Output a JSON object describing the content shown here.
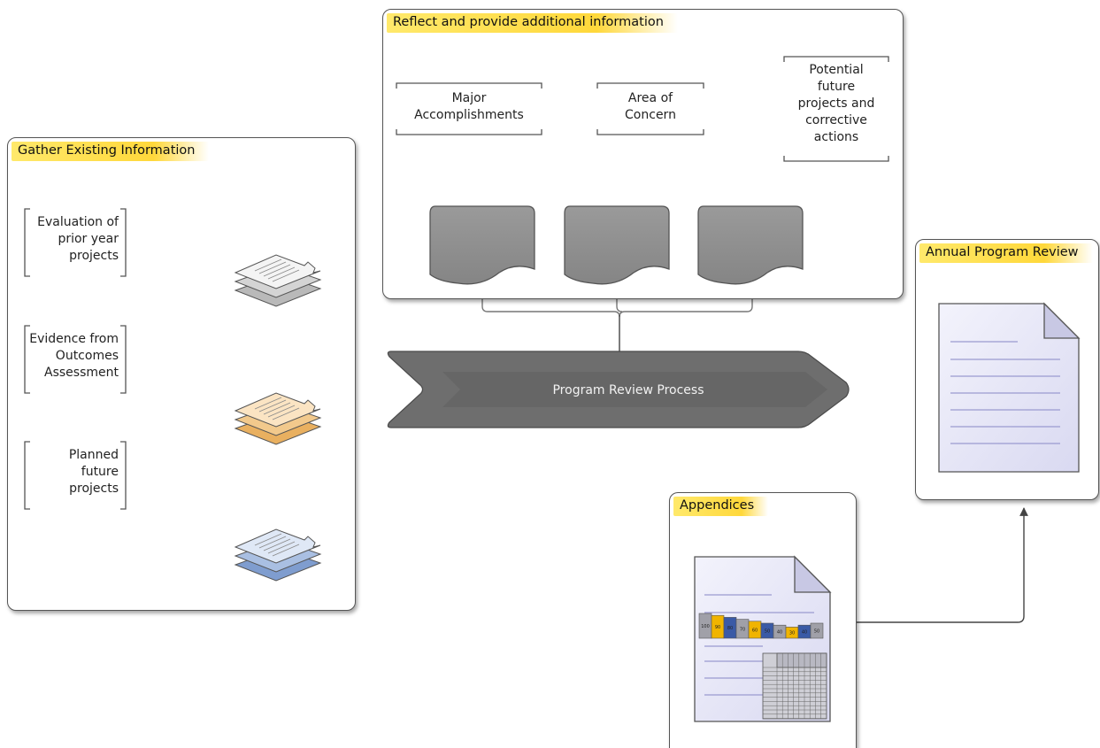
{
  "gather": {
    "title": "Gather Existing Information",
    "items": [
      {
        "label_lines": [
          "Evaluation of",
          "prior year",
          "projects"
        ],
        "icon": "stacked-documents-gray-icon",
        "tint": "#c9c9c9"
      },
      {
        "label_lines": [
          "Evidence from",
          "Outcomes",
          "Assessment"
        ],
        "icon": "stacked-documents-orange-icon",
        "tint": "#f0c27e"
      },
      {
        "label_lines": [
          "Planned",
          "future",
          "projects"
        ],
        "icon": "stacked-documents-blue-icon",
        "tint": "#9fb7dd"
      }
    ]
  },
  "reflect": {
    "title": "Reflect and provide additional information",
    "callouts": [
      {
        "label_lines": [
          "Major",
          "Accomplishments"
        ]
      },
      {
        "label_lines": [
          "Area of",
          "Concern"
        ]
      },
      {
        "label_lines": [
          "Potential",
          "future",
          "projects and",
          "corrective",
          "actions"
        ]
      }
    ]
  },
  "process": {
    "label": "Program Review Process"
  },
  "annual": {
    "title": "Annual Program Review"
  },
  "appendices": {
    "title": "Appendices",
    "bar_labels": [
      "100",
      "90",
      "80",
      "70",
      "60",
      "50",
      "40",
      "30",
      "40",
      "50"
    ]
  },
  "colors": {
    "accent_yellow": "#ffd83b",
    "flag_gray": "#8c8c8c",
    "arrow_gray": "#6e6e6e",
    "doc_lavender": "#e4e4f6",
    "bar_gray": "#a0a0a8",
    "bar_gold": "#f0b400",
    "bar_blue": "#3a5aa6"
  }
}
